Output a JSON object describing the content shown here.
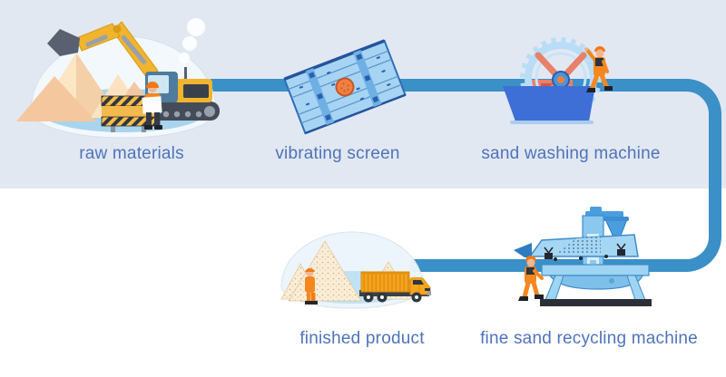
{
  "diagram": {
    "type": "process-flow",
    "stages": [
      {
        "id": "raw-materials",
        "label": "raw materials",
        "row": "top",
        "icon": "excavator-sand-piles-icon"
      },
      {
        "id": "vibrating-screen",
        "label": "vibrating screen",
        "row": "top",
        "icon": "vibrating-screen-icon"
      },
      {
        "id": "sand-washing-machine",
        "label": "sand washing machine",
        "row": "top",
        "icon": "bucket-wheel-washer-icon"
      },
      {
        "id": "finished-product",
        "label": "finished product",
        "row": "bottom",
        "icon": "sand-piles-dump-truck-icon"
      },
      {
        "id": "fine-sand-recycling-machine",
        "label": "fine sand recycling machine",
        "row": "bottom",
        "icon": "fine-sand-recycling-machine-icon"
      }
    ],
    "flow_order": [
      "raw materials",
      "vibrating screen",
      "sand washing machine",
      "fine sand recycling machine",
      "finished product"
    ],
    "colors": {
      "top_background": "#e2e8f2",
      "bottom_background": "#ffffff",
      "pipe": "#3a90c7",
      "label_text": "#4e74b9",
      "machine_light_blue": "#a8d4f3",
      "washer_tank_blue": "#3e6fd6",
      "worker_orange": "#f5871f",
      "equipment_yellow": "#f0b42e",
      "sand_peach": "#f5c79e",
      "motor_orange": "#ef8040",
      "base_dark": "#2b2f36"
    }
  }
}
